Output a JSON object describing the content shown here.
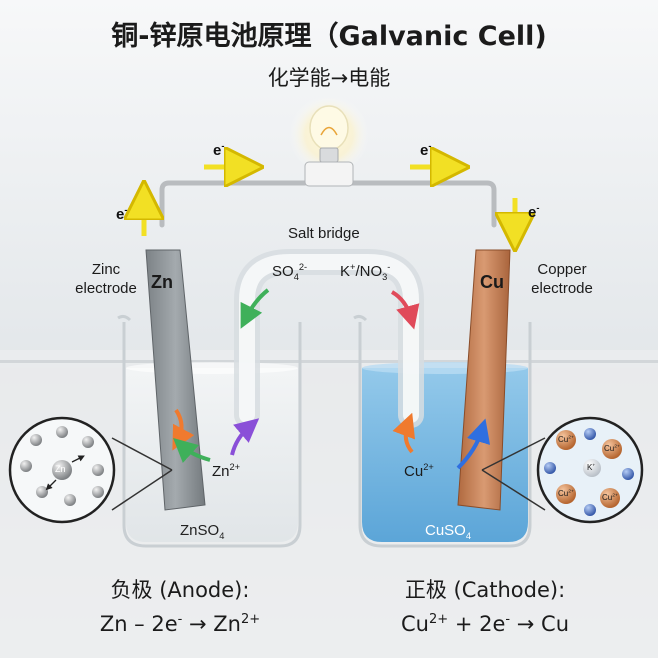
{
  "header": {
    "title": "铜-锌原电池原理（Galvanic Cell)",
    "subtitle": "化学能→电能"
  },
  "electrons": {
    "symbol": "e",
    "charge": "-"
  },
  "salt_bridge": {
    "label": "Salt bridge",
    "anion": {
      "base": "SO",
      "sub": "4",
      "sup": "2-"
    },
    "cation": {
      "k": "K",
      "k_sup": "+",
      "sep": "/NO",
      "sub": "3",
      "sup": "-"
    }
  },
  "zinc": {
    "label_line1": "Zinc",
    "label_line2": "electrode",
    "symbol": "Zn",
    "ion": {
      "base": "Zn",
      "sup": "2+"
    },
    "solution": {
      "base": "ZnSO",
      "sub": "4"
    },
    "atom_label": "Zn"
  },
  "copper": {
    "label_line1": "Copper",
    "label_line2": "electrode",
    "symbol": "Cu",
    "ion": {
      "base": "Cu",
      "sup": "2+"
    },
    "solution": {
      "base": "CuSO",
      "sub": "4"
    },
    "zoom_ions": {
      "cu": "Cu",
      "cu_sup": "2+",
      "k": "K",
      "k_sup": "+"
    }
  },
  "anode": {
    "title": "负极 (Anode):",
    "eq": {
      "lhs": "Zn – 2e",
      "e_sup": "-",
      "arrow": " → Zn",
      "rhs_sup": "2+"
    }
  },
  "cathode": {
    "title": "正极 (Cathode):",
    "eq": {
      "lhs": "Cu",
      "lhs_sup": "2+",
      "mid": " + 2e",
      "e_sup": "-",
      "arrow": " → Cu"
    }
  },
  "colors": {
    "zinc": "#8c9296",
    "copper": "#c47d52",
    "cuso4": "#74b6e0",
    "wire": "#b9bcbf",
    "arrow_yellow": "#f2e024"
  }
}
